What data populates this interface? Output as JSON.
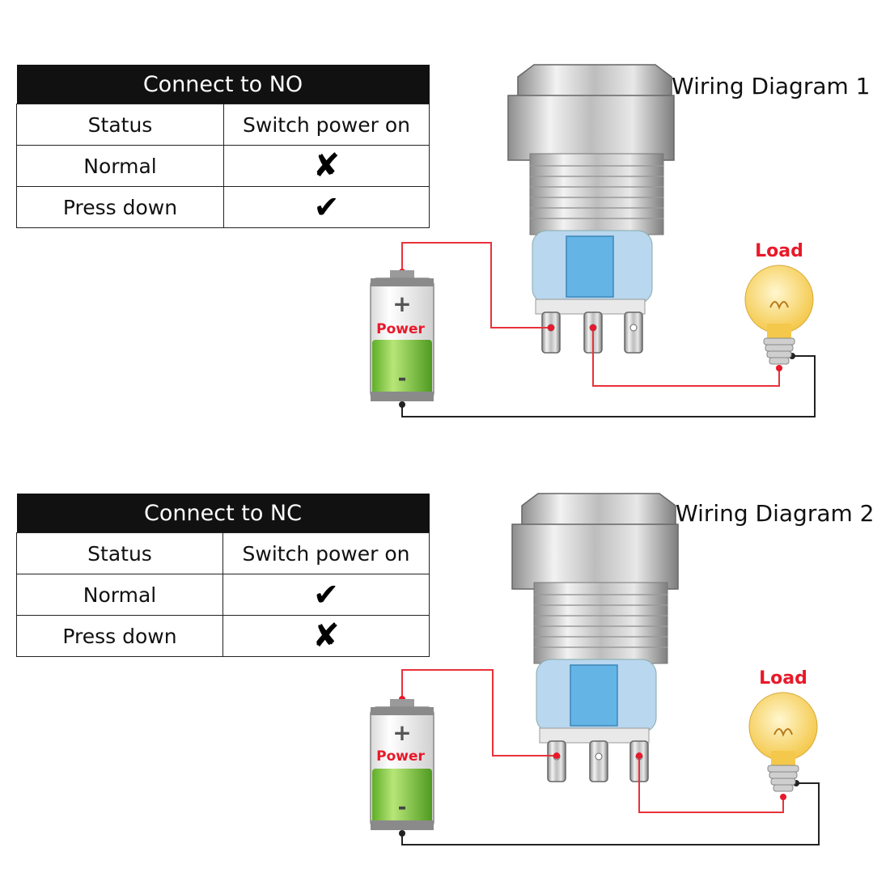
{
  "diagrams": [
    {
      "title": "Wiring Diagram 1",
      "table": {
        "header": "Connect to NO",
        "columns": [
          "Status",
          "Switch power on"
        ],
        "rows": [
          {
            "status": "Normal",
            "symbol": "x-mark-icon",
            "glyph": "✘"
          },
          {
            "status": "Press down",
            "symbol": "check-mark-icon",
            "glyph": "✔"
          }
        ]
      },
      "battery": {
        "plus": "+",
        "label": "Power",
        "minus": "-"
      },
      "load_label": "Load"
    },
    {
      "title": "Wiring Diagram 2",
      "table": {
        "header": "Connect to NC",
        "columns": [
          "Status",
          "Switch power on"
        ],
        "rows": [
          {
            "status": "Normal",
            "symbol": "check-mark-icon",
            "glyph": "✔"
          },
          {
            "status": "Press down",
            "symbol": "x-mark-icon",
            "glyph": "✘"
          }
        ]
      },
      "battery": {
        "plus": "+",
        "label": "Power",
        "minus": "-"
      },
      "load_label": "Load"
    }
  ],
  "colors": {
    "header_bg": "#111111",
    "wire_positive": "#e8323a",
    "wire_negative": "#222222",
    "power_text": "#e8192a",
    "load_text": "#e8192a",
    "terminal_block": "#64b4e6",
    "battery_fill": "#7cc83a",
    "bulb_glow": "#f7d96a"
  }
}
